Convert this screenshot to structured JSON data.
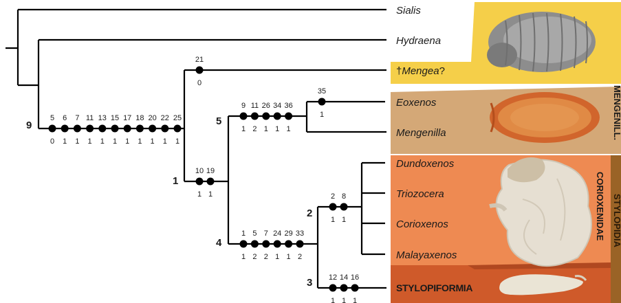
{
  "taxa": {
    "sialis": "Sialis",
    "hydraena": "Hydraena",
    "mengea_dagger": "†",
    "mengea_name": "Mengea",
    "mengea_q": "?",
    "eoxenos": "Eoxenos",
    "mengenilla": "Mengenilla",
    "dundoxenos": "Dundoxenos",
    "triozocera": "Triozocera",
    "corioxenos": "Corioxenos",
    "malayaxenos": "Malayaxenos",
    "stylopiformia": "STYLOPIFORMIA"
  },
  "groups": {
    "mengenill": "MENGENILL.",
    "corioxenidae": "CORIOXENIDAE",
    "stylopidia": "STYLOPIDIA"
  },
  "nodes": {
    "n9": "9",
    "n1": "1",
    "n5": "5",
    "n4": "4",
    "n2": "2",
    "n3": "3"
  },
  "characters": {
    "c21": {
      "top": "21",
      "bottom": "0"
    },
    "c35": {
      "top": "35",
      "bottom": "1"
    },
    "b9": {
      "top": [
        "5",
        "6",
        "7",
        "11",
        "13",
        "15",
        "17",
        "18",
        "20",
        "22",
        "25"
      ],
      "bottom": [
        "0",
        "1",
        "1",
        "1",
        "1",
        "1",
        "1",
        "1",
        "1",
        "1",
        "1"
      ]
    },
    "b1": {
      "top": [
        "10",
        "19"
      ],
      "bottom": [
        "1",
        "1"
      ]
    },
    "b5": {
      "top": [
        "9",
        "11",
        "26",
        "34",
        "36"
      ],
      "bottom": [
        "1",
        "2",
        "1",
        "1",
        "1"
      ]
    },
    "b4": {
      "top": [
        "1",
        "5",
        "7",
        "24",
        "29",
        "33"
      ],
      "bottom": [
        "1",
        "2",
        "2",
        "1",
        "1",
        "2"
      ]
    },
    "b2": {
      "top": [
        "2",
        "8"
      ],
      "bottom": [
        "1",
        "1"
      ]
    },
    "b3": {
      "top": [
        "12",
        "14",
        "16"
      ],
      "bottom": [
        "1",
        "1",
        "1"
      ]
    }
  },
  "colors": {
    "yellow_band": "#f5cf49",
    "tan_band": "#d4a877",
    "orange_band": "#ee8a52",
    "dark_orange_band": "#cf5a2a",
    "brown_side_bar": "#9a6326",
    "line": "#000000"
  },
  "icons": {
    "specimen_top": "grey-larva-image",
    "specimen_mengenillidae": "orange-larva-image",
    "specimen_corioxenidae": "white-tangled-specimen-image",
    "specimen_stylopiformia": "pale-elongate-specimen-image"
  }
}
